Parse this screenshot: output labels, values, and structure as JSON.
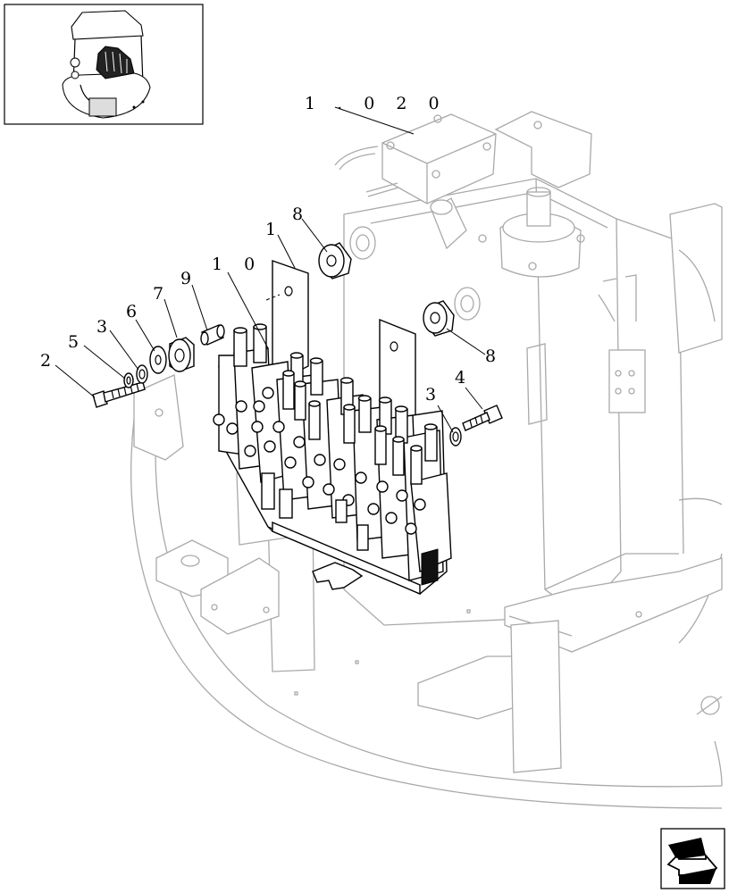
{
  "reference": {
    "text": "1 . 0 2 0"
  },
  "callouts": [
    {
      "id": "c1",
      "text": "1"
    },
    {
      "id": "c2",
      "text": "2"
    },
    {
      "id": "c3a",
      "text": "3"
    },
    {
      "id": "c3b",
      "text": "3"
    },
    {
      "id": "c4",
      "text": "4"
    },
    {
      "id": "c5",
      "text": "5"
    },
    {
      "id": "c6",
      "text": "6"
    },
    {
      "id": "c7",
      "text": "7"
    },
    {
      "id": "c8a",
      "text": "8"
    },
    {
      "id": "c8b",
      "text": "8"
    },
    {
      "id": "c9",
      "text": "9"
    },
    {
      "id": "c10",
      "text": "1 0"
    }
  ],
  "icons": {
    "thumbnail": "machine-overview-thumbnail",
    "nav": "next-page-arrow-icon"
  }
}
